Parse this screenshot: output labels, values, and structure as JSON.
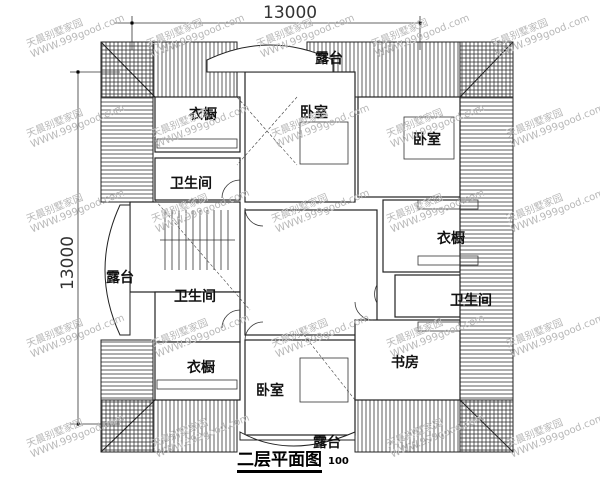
{
  "plan": {
    "title": "二层平面图",
    "scale": "100",
    "dimensions": {
      "width_label": "13000",
      "height_label": "13000"
    },
    "rooms": [
      {
        "id": "wardrobe-top-left",
        "label": "衣橱"
      },
      {
        "id": "bedroom-top-center",
        "label": "卧室"
      },
      {
        "id": "bedroom-top-right",
        "label": "卧室"
      },
      {
        "id": "bathroom-top-left",
        "label": "卫生间"
      },
      {
        "id": "wardrobe-right",
        "label": "衣橱"
      },
      {
        "id": "balcony-left",
        "label": "露台"
      },
      {
        "id": "bathroom-center-left",
        "label": "卫生间"
      },
      {
        "id": "bathroom-right",
        "label": "卫生间"
      },
      {
        "id": "wardrobe-bottom-left",
        "label": "衣橱"
      },
      {
        "id": "study",
        "label": "书房"
      },
      {
        "id": "bedroom-bottom",
        "label": "卧室"
      },
      {
        "id": "balcony-top",
        "label": "露台"
      },
      {
        "id": "balcony-bottom",
        "label": "露台"
      }
    ],
    "watermark": {
      "line1": "天晨别墅家园",
      "line2": "WWW.999good.com"
    }
  }
}
